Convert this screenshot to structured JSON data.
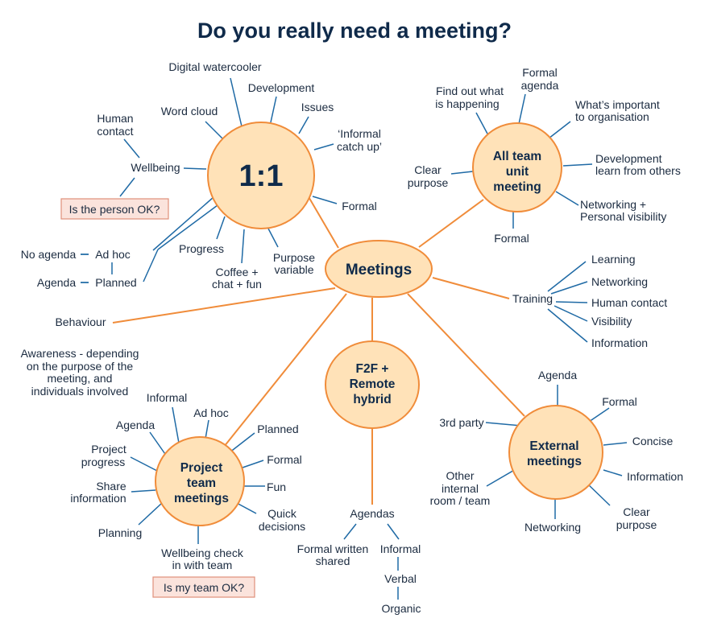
{
  "title": "Do you really need a meeting?",
  "colors": {
    "circle_fill": "#ffe2b8",
    "circle_stroke": "#f08c3a",
    "spoke": "#1f6aa5",
    "title": "#0f2a4a",
    "callout_fill": "#fbe3dc"
  },
  "nodes": {
    "one_to_one": "1:1",
    "meetings": "Meetings",
    "all_team": [
      "All team",
      "unit",
      "meeting"
    ],
    "hybrid": [
      "F2F +",
      "Remote",
      "hybrid"
    ],
    "project": [
      "Project",
      "team",
      "meetings"
    ],
    "external": [
      "External",
      "meetings"
    ]
  },
  "one_to_one": {
    "digital_watercooler": "Digital watercooler",
    "development": "Development",
    "issues": "Issues",
    "informal_catch_up": [
      "‘Informal",
      "catch up’"
    ],
    "formal": "Formal",
    "purpose_variable": [
      "Purpose",
      "variable"
    ],
    "coffee": [
      "Coffee +",
      "chat + fun"
    ],
    "progress": "Progress",
    "word_cloud": "Word cloud",
    "human_contact": [
      "Human",
      "contact"
    ],
    "wellbeing": "Wellbeing",
    "callout": "Is the person OK?",
    "no_agenda": "No agenda",
    "ad_hoc": "Ad hoc",
    "agenda": "Agenda",
    "planned": "Planned"
  },
  "all_team": {
    "find_out": [
      "Find out what",
      "is happening"
    ],
    "formal_agenda": [
      "Formal",
      "agenda"
    ],
    "important": [
      "What’s important",
      "to organisation"
    ],
    "development": [
      "Development",
      "learn from others"
    ],
    "networking": [
      "Networking +",
      "Personal visibility"
    ],
    "formal": "Formal",
    "clear_purpose": [
      "Clear",
      "purpose"
    ]
  },
  "training": {
    "label": "Training",
    "items": [
      "Learning",
      "Networking",
      "Human contact",
      "Visibility",
      "Information"
    ]
  },
  "behaviour": {
    "label": "Behaviour",
    "note": [
      "Awareness - depending",
      "on the purpose of the",
      "meeting, and",
      "individuals involved"
    ]
  },
  "project": {
    "informal": "Informal",
    "ad_hoc": "Ad hoc",
    "agenda": "Agenda",
    "planned": "Planned",
    "project_progress": [
      "Project",
      "progress"
    ],
    "formal": "Formal",
    "share_information": [
      "Share",
      "information"
    ],
    "fun": "Fun",
    "quick_decisions": [
      "Quick",
      "decisions"
    ],
    "planning": "Planning",
    "wellbeing_check": [
      "Wellbeing check",
      "in with team"
    ],
    "callout": "Is my team OK?"
  },
  "hybrid": {
    "agendas": "Agendas",
    "formal_written": [
      "Formal written",
      "shared"
    ],
    "informal": "Informal",
    "verbal": "Verbal",
    "organic": "Organic"
  },
  "external": {
    "agenda": "Agenda",
    "formal": "Formal",
    "third_party": "3rd party",
    "concise": "Concise",
    "other_internal": [
      "Other",
      "internal",
      "room / team"
    ],
    "information": "Information",
    "networking": "Networking",
    "clear_purpose": [
      "Clear",
      "purpose"
    ]
  }
}
